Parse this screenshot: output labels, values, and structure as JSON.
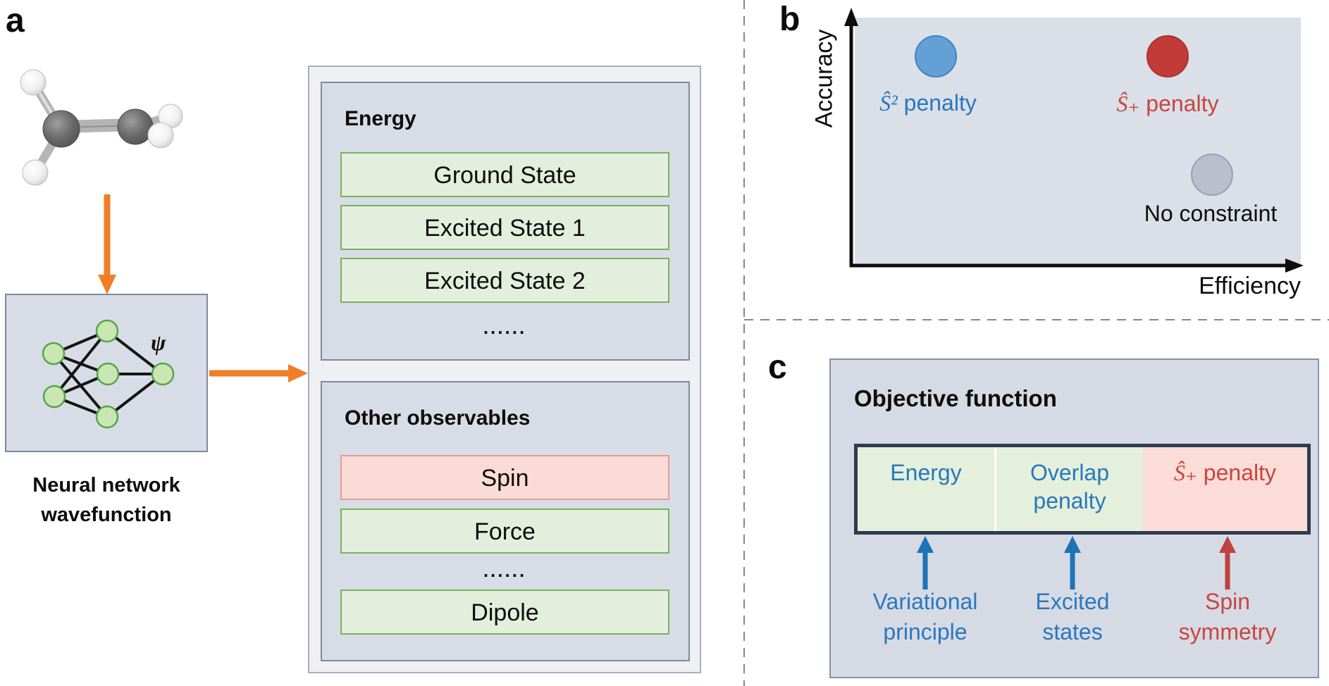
{
  "figure": {
    "panel_a": {
      "label": "a",
      "molecule_icon": "ethylene-ball-and-stick",
      "psi_label": "ψ",
      "caption": {
        "line1": "Neural network",
        "line2": "wavefunction"
      },
      "energy_box": {
        "title": "Energy",
        "rows": [
          {
            "label": "Ground State",
            "variant": "green"
          },
          {
            "label": "Excited State 1",
            "variant": "green"
          },
          {
            "label": "Excited State 2",
            "variant": "green"
          }
        ],
        "ellipsis": "......"
      },
      "observables_box": {
        "title": "Other observables",
        "rows": [
          {
            "label": "Spin",
            "variant": "red"
          },
          {
            "label": "Force",
            "variant": "green"
          },
          {
            "label": "Dipole",
            "variant": "green"
          }
        ],
        "ellipsis": "......"
      }
    },
    "panel_b": {
      "label": "b",
      "y_axis_label": "Accuracy",
      "x_axis_label": "Efficiency",
      "points": [
        {
          "symbol": "Ŝ²",
          "text": " penalty",
          "color": "#2878bd",
          "fill": "#63a0d6"
        },
        {
          "symbol": "Ŝ₊",
          "text": " penalty",
          "color": "#c8453f",
          "fill": "#c23b37"
        },
        {
          "label": "No constraint",
          "color": "#0d0d0d",
          "fill": "#b9bfcd"
        }
      ]
    },
    "panel_c": {
      "label": "c",
      "title": "Objective function",
      "segments": [
        {
          "label": "Energy",
          "color": "#2878bd",
          "fill": "#e4f0db"
        },
        {
          "line1": "Overlap",
          "line2": "penalty",
          "color": "#2878bd",
          "fill": "#e4f0db"
        },
        {
          "symbol": "Ŝ₊",
          "text": " penalty",
          "color": "#c8453f",
          "fill": "#fbdcd6"
        }
      ],
      "annotations": [
        {
          "line1": "Variational",
          "line2": "principle",
          "color": "#2878bd"
        },
        {
          "line1": "Excited",
          "line2": "states",
          "color": "#2878bd"
        },
        {
          "line1": "Spin",
          "line2": "symmetry",
          "color": "#c8453f"
        }
      ]
    },
    "colors": {
      "orange_arrow": "#f07e26",
      "panel_fill": "#d8dce6",
      "container_fill": "#eef0f4",
      "plot_fill": "#dbdfe8",
      "green_fill": "#e3efdc",
      "green_border": "#77b35c",
      "pink_fill": "#fadbd5",
      "navy_border": "#2e3b52"
    }
  },
  "chart_data": {
    "type": "scatter",
    "title": "",
    "xlabel": "Efficiency",
    "ylabel": "Accuracy",
    "axis_style": "qualitative arrows, no ticks or numeric scale",
    "xlim": [
      0,
      1
    ],
    "ylim": [
      0,
      1
    ],
    "grid": false,
    "legend_position": "labels next to points",
    "points": [
      {
        "label": "Ŝ² penalty",
        "x": 0.18,
        "y": 0.84,
        "color": "#63a0d6"
      },
      {
        "label": "Ŝ₊ penalty",
        "x": 0.7,
        "y": 0.84,
        "color": "#c23b37"
      },
      {
        "label": "No constraint",
        "x": 0.8,
        "y": 0.36,
        "color": "#b9bfcd"
      }
    ]
  }
}
